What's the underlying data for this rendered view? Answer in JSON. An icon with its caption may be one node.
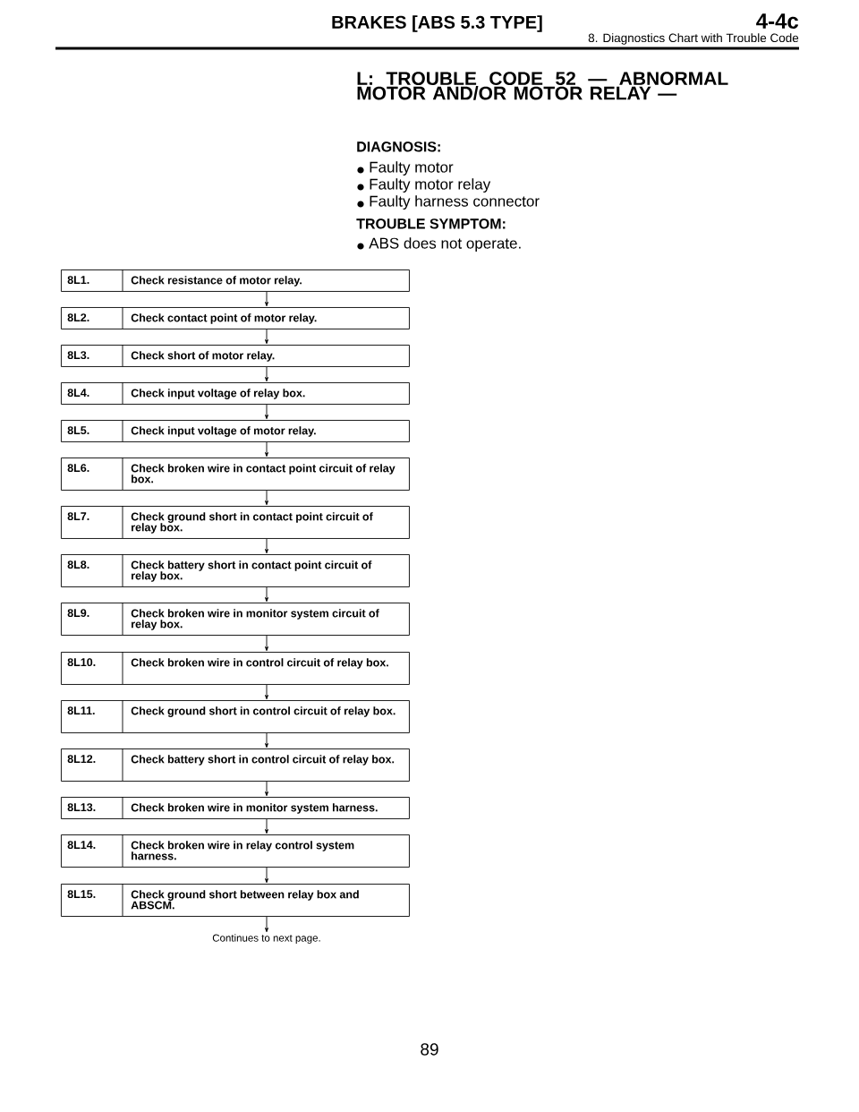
{
  "diagram": {
    "title": "L: TROUBLE CODE 52 — ABNORMAL MOTOR AND/OR MOTOR RELAY —",
    "nodes": [
      {
        "text": [
          "8L1.",
          "Check resistance of motor relay."
        ]
      },
      {
        "text": [
          "8L2.",
          "Check contact point of motor relay."
        ]
      },
      {
        "text": [
          "8L3.",
          "Check short of motor relay."
        ]
      },
      {
        "text": [
          "8L4.",
          "Check input voltage of relay box."
        ]
      },
      {
        "text": [
          "8L5.",
          "Check input voltage of motor relay."
        ]
      },
      {
        "text": [
          "8L6.",
          "Check broken wire in contact point circuit of relay box."
        ]
      },
      {
        "text": [
          "8L7.",
          "Check ground short in contact point circuit of relay box."
        ]
      },
      {
        "text": [
          "8L8.",
          "Check battery short in contact point circuit of relay box."
        ]
      },
      {
        "text": [
          "8L9.",
          "Check broken wire in monitor system circuit of relay box."
        ]
      },
      {
        "text": [
          "8L10.",
          "Check broken wire in control circuit of relay box."
        ]
      },
      {
        "text": [
          "8L11.",
          "Check ground short in control circuit of relay box."
        ]
      },
      {
        "text": [
          "8L12.",
          "Check battery short in control circuit of relay box."
        ]
      },
      {
        "text": [
          "8L13.",
          "Check broken wire in monitor system harness."
        ]
      },
      {
        "text": [
          "8L14.",
          "Check broken wire in relay control system harness."
        ]
      },
      {
        "text": [
          "8L15.",
          "Check ground short between relay box and ABSCM."
        ]
      },
      {
        "text": [
          "Continues to next page."
        ]
      }
    ],
    "edges": [
      {
        "from": 0,
        "to": 1,
        "arrow": "to"
      },
      {
        "from": 1,
        "to": 2,
        "arrow": "to"
      },
      {
        "from": 2,
        "to": 3,
        "arrow": "to"
      },
      {
        "from": 3,
        "to": 4,
        "arrow": "to"
      },
      {
        "from": 4,
        "to": 5,
        "arrow": "to"
      },
      {
        "from": 5,
        "to": 6,
        "arrow": "to"
      },
      {
        "from": 6,
        "to": 7,
        "arrow": "to"
      },
      {
        "from": 7,
        "to": 8,
        "arrow": "to"
      },
      {
        "from": 8,
        "to": 9,
        "arrow": "to"
      },
      {
        "from": 9,
        "to": 10,
        "arrow": "to"
      },
      {
        "from": 10,
        "to": 11,
        "arrow": "to"
      },
      {
        "from": 11,
        "to": 12,
        "arrow": "to"
      },
      {
        "from": 12,
        "to": 13,
        "arrow": "to"
      },
      {
        "from": 13,
        "to": 14,
        "arrow": "to"
      },
      {
        "from": 14,
        "to": 15,
        "arrow": "to"
      }
    ],
    "labels": [
      "BRAKES [ABS 5.3 TYPE]",
      "4-4c",
      "8. Diagnostics Chart with Trouble Code",
      "DIAGNOSIS:",
      "Faulty motor",
      "Faulty motor relay",
      "Faulty harness connector",
      "TROUBLE SYMPTOM:",
      "ABS does not operate.",
      "89"
    ]
  }
}
